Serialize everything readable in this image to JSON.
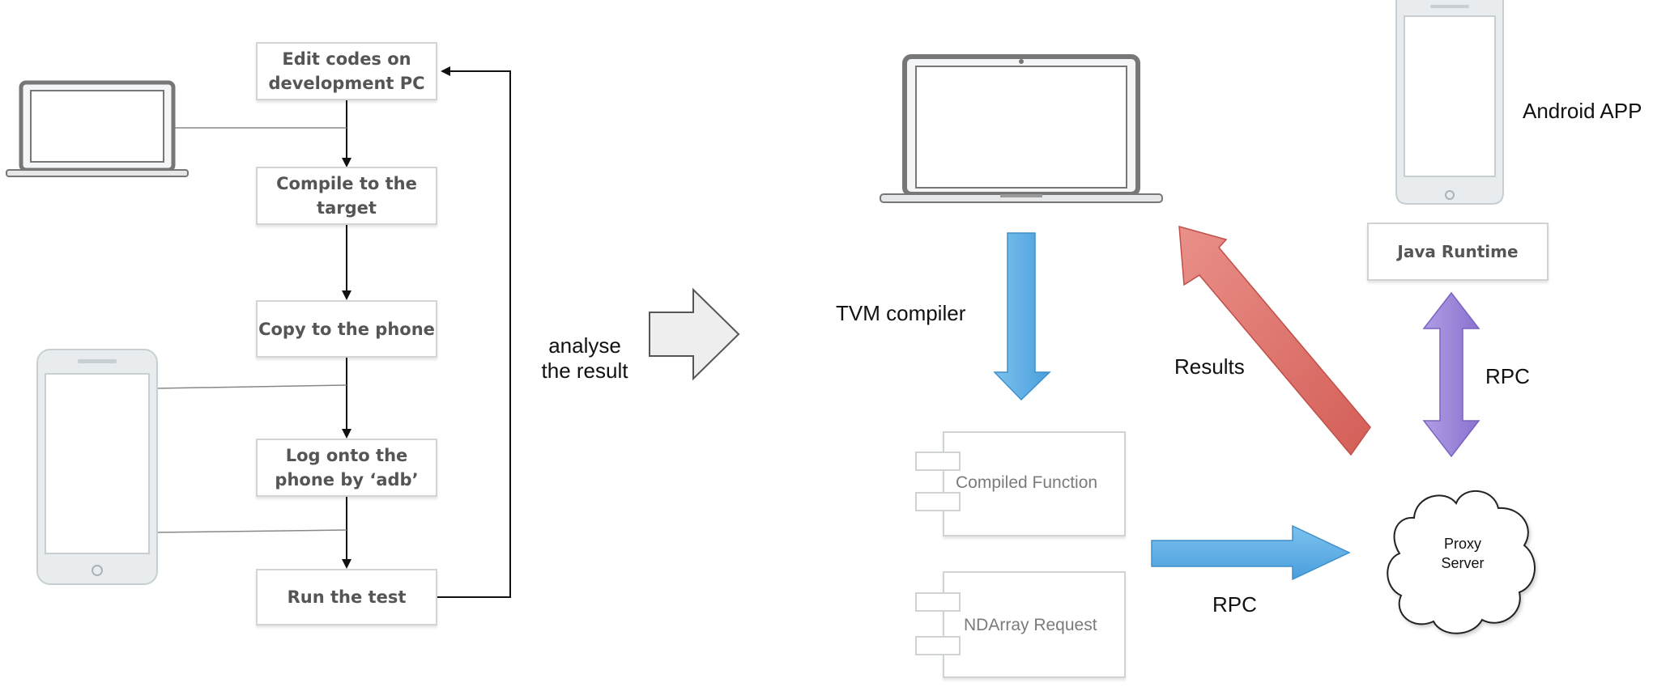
{
  "left_flow": {
    "steps": [
      "Edit codes on\ndevelopment PC",
      "Compile to the\ntarget",
      "Copy to the phone",
      "Log onto the\nphone by ‘adb’",
      "Run the test"
    ],
    "loop_label": "analyse\nthe result"
  },
  "right_diagram": {
    "tvm_label": "TVM compiler",
    "results_label": "Results",
    "rpc_bottom_label": "RPC",
    "rpc_right_label": "RPC",
    "android_label": "Android APP",
    "java_runtime_label": "Java Runtime",
    "proxy_label": "Proxy\nServer",
    "compiled_function_label": "Compiled Function",
    "ndarray_request_label": "NDArray Request"
  },
  "colors": {
    "blue_arrow": "#5aaee6",
    "red_arrow": "#e0716c",
    "purple_arrow": "#9b84d9",
    "gray_border": "#d2d4d6"
  }
}
